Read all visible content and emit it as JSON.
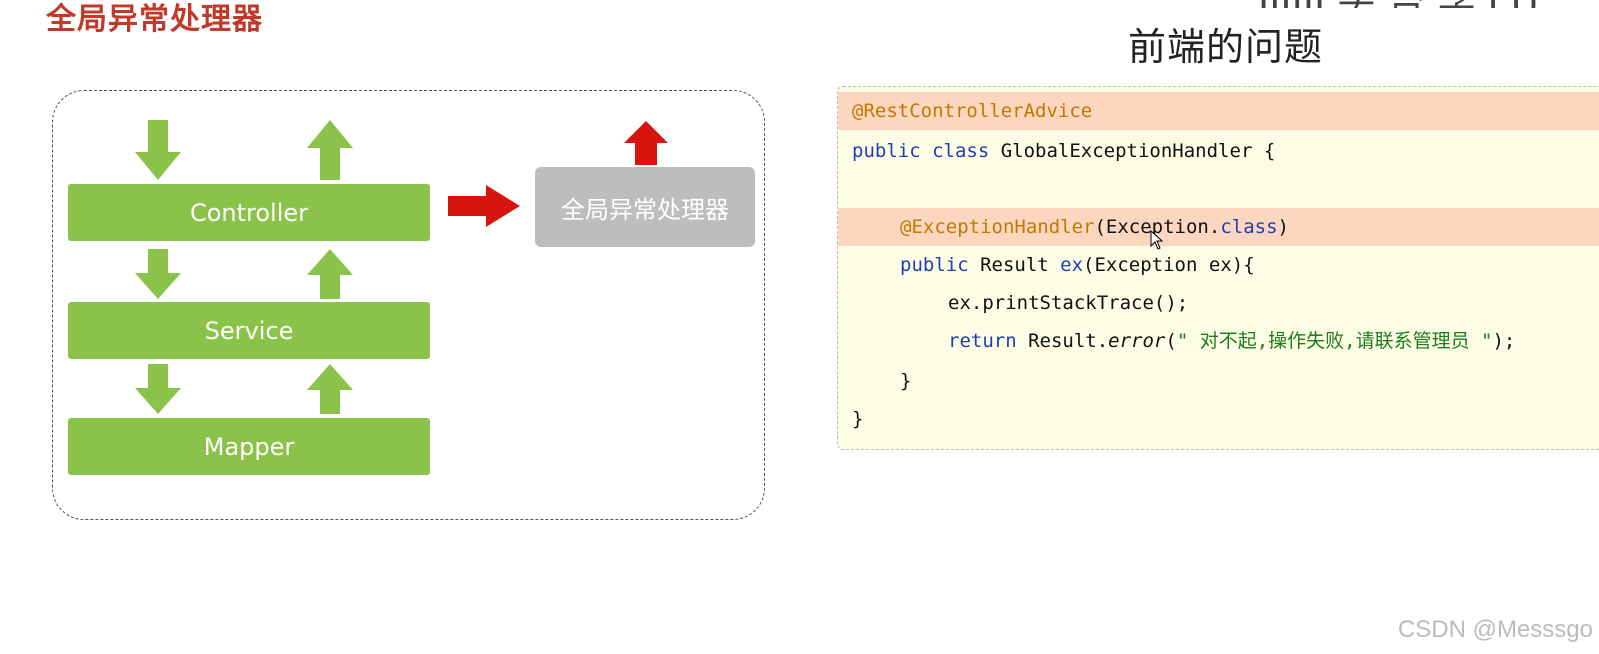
{
  "page": {
    "title": "全局异常处理器",
    "overlay_title": "前端的问题",
    "overlay_clip": "JJJJJJ 头 台 学 J U"
  },
  "diagram": {
    "layers": [
      "Controller",
      "Service",
      "Mapper"
    ],
    "handler_label": "全局异常处理器"
  },
  "code": {
    "line1": "@RestControllerAdvice",
    "line2_kw": "public class",
    "line2_rest": " GlobalExceptionHandler {",
    "line4_ann": "@ExceptionHandler",
    "line4_rest1": "(Exception.",
    "line4_kw": "class",
    "line4_rest2": ")",
    "line5_kw": "public",
    "line5_rest1": " Result ",
    "line5_fn": "ex",
    "line5_rest2": "(Exception ex){",
    "line6": "ex.printStackTrace();",
    "line7_kw": "return",
    "line7_rest1": " Result.",
    "line7_it": "error",
    "line7_rest2": "(",
    "line7_str": "\" 对不起,操作失败,请联系管理员 \"",
    "line7_rest3": ");",
    "line8": "}",
    "line9": "}"
  },
  "watermark": "CSDN @Messsgo",
  "colors": {
    "layer_green": "#8bc34a",
    "handler_gray": "#bdbdbd",
    "arrow_red": "#d7140e",
    "title_red": "#c0392b",
    "highlight": "#fcd6bf",
    "code_bg": "#fdfde6"
  }
}
